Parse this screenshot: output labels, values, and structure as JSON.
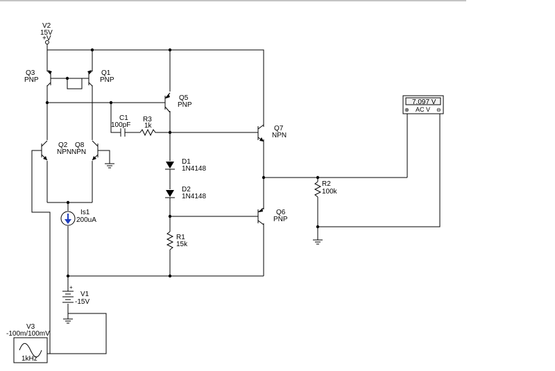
{
  "components": {
    "v2": {
      "ref": "V2",
      "value": "15V",
      "node_label": "+V"
    },
    "q3": {
      "ref": "Q3",
      "type": "PNP"
    },
    "q1": {
      "ref": "Q1",
      "type": "PNP"
    },
    "q5": {
      "ref": "Q5",
      "type": "PNP"
    },
    "q2": {
      "ref": "Q2",
      "type": "NPN"
    },
    "q8": {
      "ref": "Q8",
      "type": "NPN"
    },
    "q7": {
      "ref": "Q7",
      "type": "NPN"
    },
    "q6": {
      "ref": "Q6",
      "type": "PNP"
    },
    "c1": {
      "ref": "C1",
      "value": "100pF"
    },
    "r3": {
      "ref": "R3",
      "value": "1k"
    },
    "d1": {
      "ref": "D1",
      "value": "1N4148"
    },
    "d2": {
      "ref": "D2",
      "value": "1N4148"
    },
    "r1": {
      "ref": "R1",
      "value": "15k"
    },
    "r2": {
      "ref": "R2",
      "value": "100k"
    },
    "is1": {
      "ref": "Is1",
      "value": "200uA"
    },
    "v1": {
      "ref": "V1",
      "value": "-15V"
    },
    "v3": {
      "ref": "V3",
      "value": "-100m/100mV",
      "freq": "1kHz"
    }
  },
  "multimeter": {
    "reading": "7.097 V",
    "mode": "AC V",
    "plus": "⊕",
    "minus": "⊖"
  },
  "colors": {
    "wire": "#000000",
    "source_arrow": "#1f3fbf",
    "meter_fill": "#f2f2f2"
  }
}
